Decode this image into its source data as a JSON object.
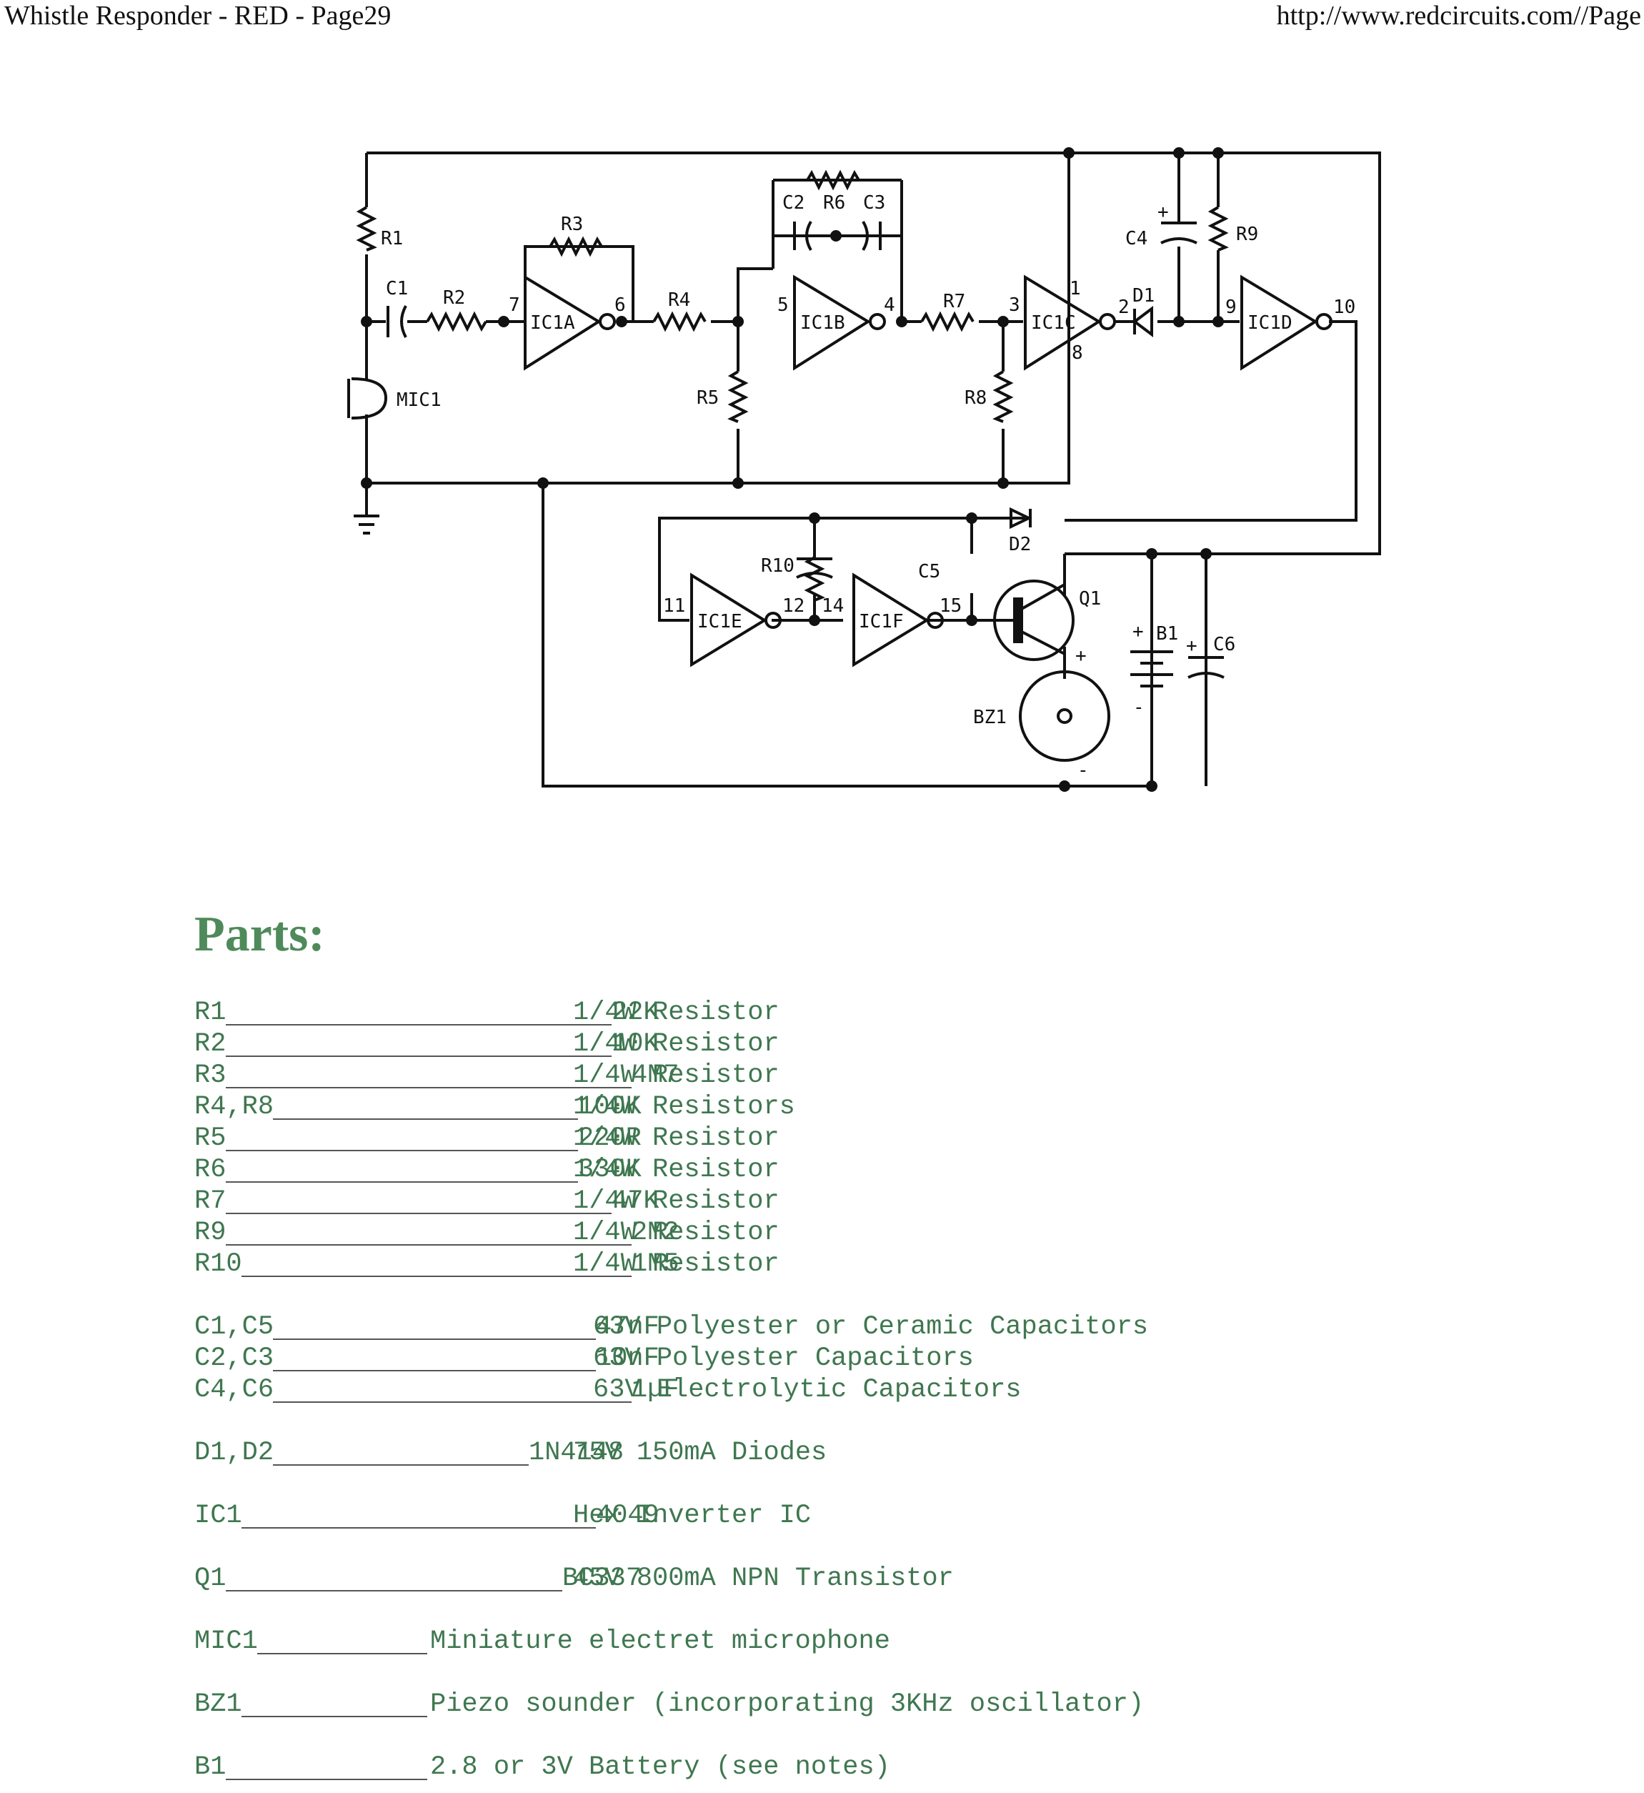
{
  "header": {
    "left": "Whistle Responder - RED - Page29",
    "right": "http://www.redcircuits.com//Page"
  },
  "schematic": {
    "labels": {
      "r1": "R1",
      "r2": "R2",
      "r3": "R3",
      "r4": "R4",
      "r5": "R5",
      "r6": "R6",
      "r7": "R7",
      "r8": "R8",
      "r9": "R9",
      "r10": "R10",
      "c1": "C1",
      "c2": "C2",
      "c3": "C3",
      "c4": "C4",
      "c5": "C5",
      "c6": "C6",
      "d1": "D1",
      "d2": "D2",
      "q1": "Q1",
      "b1": "B1",
      "bz1": "BZ1",
      "mic1": "MIC1",
      "ic1a": "IC1A",
      "ic1b": "IC1B",
      "ic1c": "IC1C",
      "ic1d": "IC1D",
      "ic1e": "IC1E",
      "ic1f": "IC1F",
      "pin1": "1",
      "pin2": "2",
      "pin3": "3",
      "pin4": "4",
      "pin5": "5",
      "pin6": "6",
      "pin7": "7",
      "pin8": "8",
      "pin9": "9",
      "pin10": "10",
      "pin11": "11",
      "pin12": "12",
      "pin14": "14",
      "pin15": "15",
      "plus": "+",
      "minus": "-"
    }
  },
  "parts": {
    "title": "Parts:",
    "items": [
      {
        "ref": "R1",
        "value": "22K",
        "desc": "1/4W Resistor"
      },
      {
        "ref": "R2",
        "value": "10K",
        "desc": "1/4W Resistor"
      },
      {
        "ref": "R3",
        "value": "4M7",
        "desc": "1/4W Resistor"
      },
      {
        "ref": "R4,R8",
        "value": "100K",
        "desc": "1/4W Resistors"
      },
      {
        "ref": "R5",
        "value": "220R",
        "desc": "1/4W Resistor"
      },
      {
        "ref": "R6",
        "value": "330K",
        "desc": "1/4W Resistor"
      },
      {
        "ref": "R7",
        "value": "47K",
        "desc": "1/4W Resistor"
      },
      {
        "ref": "R9",
        "value": "2M2",
        "desc": "1/4W Resistor"
      },
      {
        "ref": "R10",
        "value": "1M5",
        "desc": "1/4W Resistor"
      },
      {
        "ref": "C1,C5",
        "value": "47nF",
        "desc": "63V Polyester or Ceramic Capacitors"
      },
      {
        "ref": "C2,C3",
        "value": "10nF",
        "desc": "63V Polyester Capacitors"
      },
      {
        "ref": "C4,C6",
        "value": "1µF",
        "desc": "63V Electrolytic Capacitors"
      },
      {
        "ref": "D1,D2",
        "value": "1N4148",
        "desc": "75V 150mA Diodes"
      },
      {
        "ref": "IC1",
        "value": "4049",
        "desc": "Hex Inverter IC"
      },
      {
        "ref": "Q1",
        "value": "BC337",
        "desc": "45V 800mA NPN Transistor"
      },
      {
        "ref": "MIC1",
        "value": "",
        "desc": "Miniature electret microphone"
      },
      {
        "ref": "BZ1",
        "value": "",
        "desc": "Piezo sounder (incorporating 3KHz oscillator)"
      },
      {
        "ref": "B1",
        "value": "",
        "desc": "2.8 or 3V Battery (see notes)"
      }
    ]
  }
}
